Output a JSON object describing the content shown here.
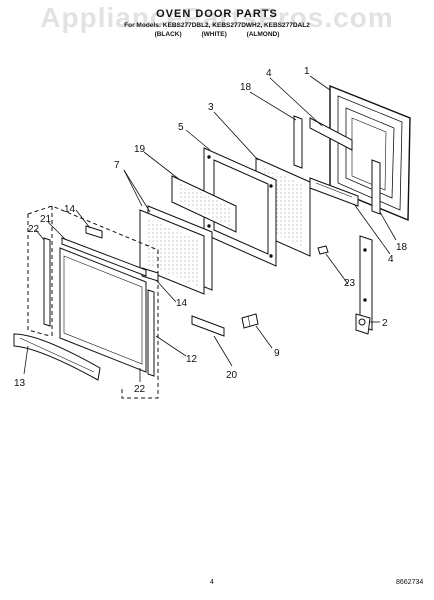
{
  "header": {
    "watermark": "AppliancePartsPros.com",
    "title": "OVEN DOOR PARTS",
    "models": "For Models: KEBS277DBL2, KEBS277DWH2, KEBS277DAL2",
    "colors": [
      "(BLACK)",
      "(WHITE)",
      "(ALMOND)"
    ]
  },
  "footer": {
    "page_number": "4",
    "code": "8662734"
  },
  "callouts": [
    "1",
    "18",
    "4",
    "3",
    "5",
    "19",
    "7",
    "14",
    "21",
    "22",
    "14",
    "23",
    "18",
    "4",
    "2",
    "9",
    "12",
    "20",
    "13",
    "22"
  ]
}
